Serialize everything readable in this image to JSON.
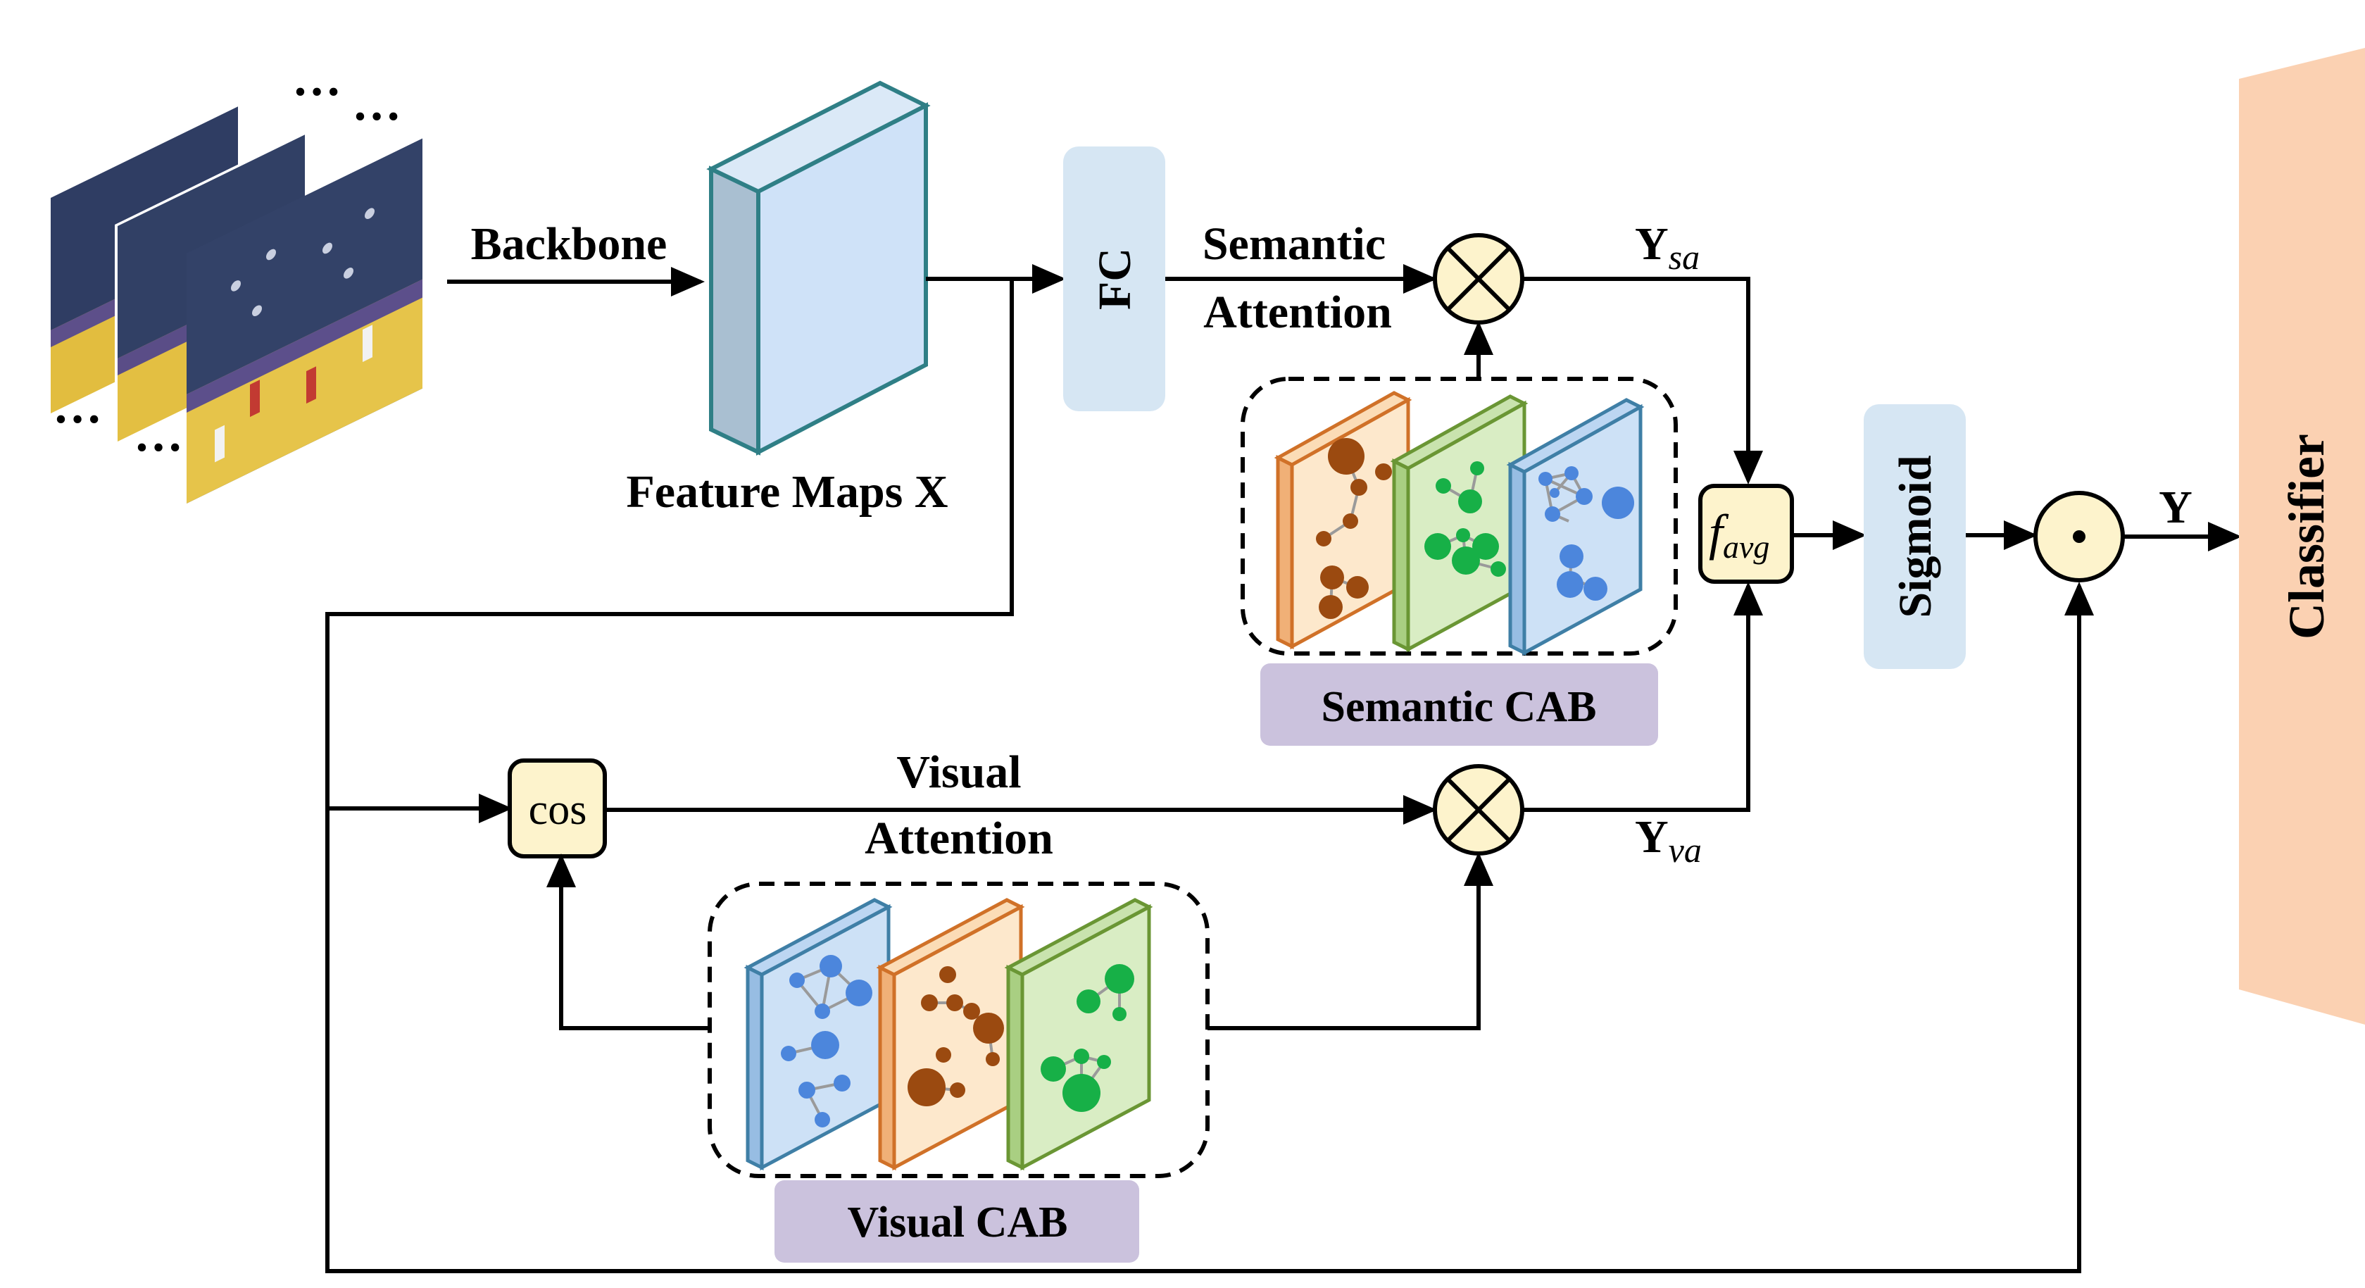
{
  "labels": {
    "backbone": "Backbone",
    "feature_maps": "Feature Maps X",
    "fc": "FC",
    "semantic_attention_1": "Semantic",
    "semantic_attention_2": "Attention",
    "y_sa_main": "Y",
    "y_sa_sub": "sa",
    "y_va_main": "Y",
    "y_va_sub": "va",
    "f_avg_main": "f",
    "f_avg_sub": "avg",
    "sigmoid": "Sigmoid",
    "y_out": "Y",
    "classifier": "Classifier",
    "semantic_cab": "Semantic CAB",
    "visual_attention_1": "Visual",
    "visual_attention_2": "Attention",
    "cos": "cos",
    "visual_cab": "Visual CAB",
    "dots": "…"
  },
  "icons": {
    "multiply": "circle-times-icon",
    "dot_product": "circle-dot-icon"
  },
  "colors": {
    "fc_box": "#d6e6f3",
    "sigmoid_box": "#d6e6f3",
    "op_fill": "#fdf3cc",
    "cab_label_bg": "#cbc2dd",
    "classifier": "#fbd1b2",
    "feature_front": "#cfe2f8",
    "feature_side": "#a9bfd1",
    "feature_stroke": "#2f7f86",
    "card_orange_fill": "#fde8cc",
    "card_orange_stroke": "#d07128",
    "card_green_fill": "#d9edc4",
    "card_green_stroke": "#6a9634",
    "card_blue_fill": "#cde1f6",
    "card_blue_stroke": "#3f7fa6",
    "node_brown": "#9b4a10",
    "node_green": "#17b047",
    "node_blue": "#4c86dc"
  }
}
